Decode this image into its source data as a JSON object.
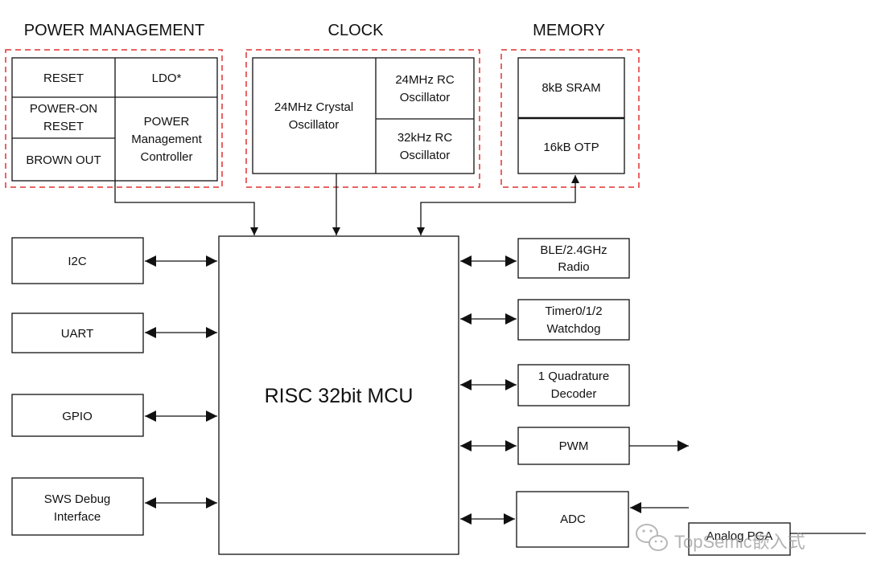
{
  "groups": {
    "power": {
      "title": "POWER MANAGEMENT",
      "reset": "RESET",
      "ldo": "LDO*",
      "power_on_reset": [
        "POWER-ON",
        "RESET"
      ],
      "brown_out": "BROWN OUT",
      "controller": [
        "POWER",
        "Management",
        "Controller"
      ]
    },
    "clock": {
      "title": "CLOCK",
      "crystal": [
        "24MHz Crystal",
        "Oscillator"
      ],
      "rc24": [
        "24MHz RC",
        "Oscillator"
      ],
      "rc32": [
        "32kHz RC",
        "Oscillator"
      ]
    },
    "memory": {
      "title": "MEMORY",
      "sram": "8kB SRAM",
      "otp": "16kB OTP"
    }
  },
  "mcu": {
    "label": "RISC 32bit MCU"
  },
  "left_blocks": {
    "i2c": "I2C",
    "uart": "UART",
    "gpio": "GPIO",
    "sws": [
      "SWS Debug",
      "Interface"
    ]
  },
  "right_blocks": {
    "ble": [
      "BLE/2.4GHz",
      "Radio"
    ],
    "timer": [
      "Timer0/1/2",
      "Watchdog"
    ],
    "quadrature": [
      "1 Quadrature",
      "Decoder"
    ],
    "pwm": "PWM",
    "adc": "ADC",
    "analog_pga": "Analog PGA"
  },
  "watermark": {
    "text": "TopSemic嵌入式",
    "icon": "wechat-icon"
  }
}
